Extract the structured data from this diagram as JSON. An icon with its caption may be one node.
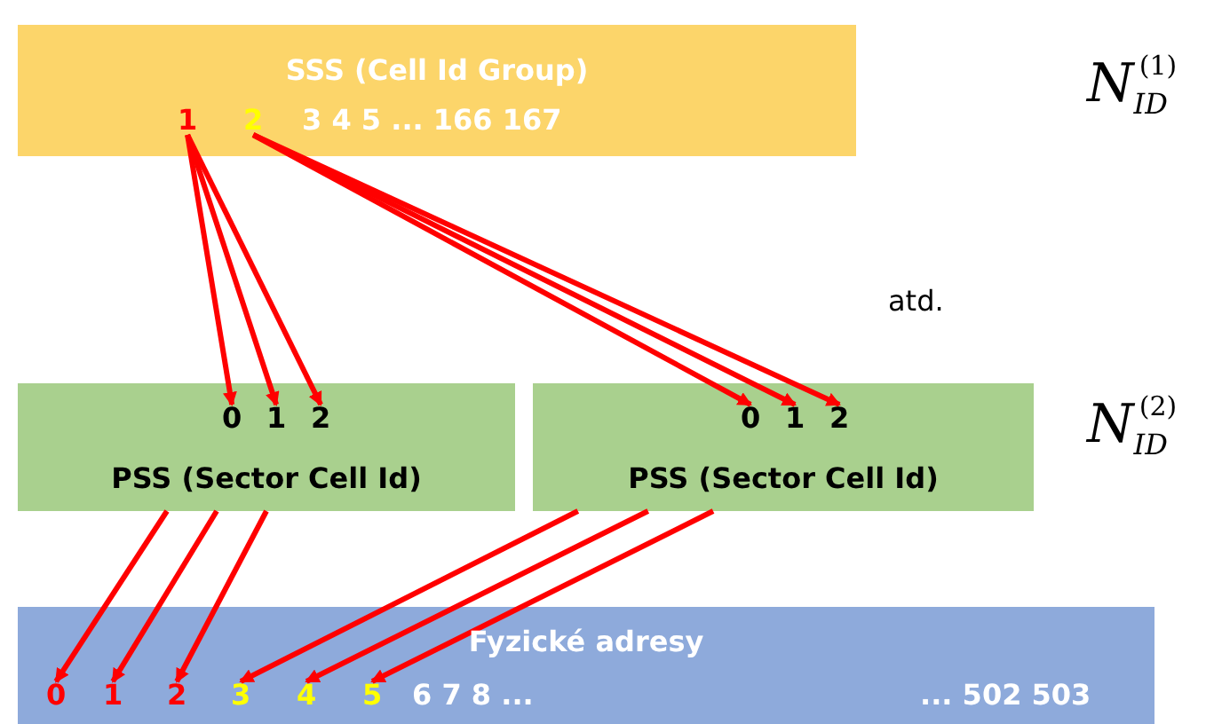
{
  "diagram": {
    "nodes": [
      {
        "text": [
          "SSS (Cell Id Group)"
        ]
      },
      {
        "text": [
          "1"
        ],
        "in": 0
      },
      {
        "text": [
          "2"
        ],
        "in": 0
      },
      {
        "text": [
          "3 4 5 ... 166 167"
        ],
        "in": 0
      },
      {
        "text": [
          "PSS (Sector Cell Id)"
        ]
      },
      {
        "text": [
          "0"
        ],
        "in": 4
      },
      {
        "text": [
          "1"
        ],
        "in": 4
      },
      {
        "text": [
          "2"
        ],
        "in": 4
      },
      {
        "text": [
          "PSS (Sector Cell Id)"
        ]
      },
      {
        "text": [
          "0"
        ],
        "in": 8
      },
      {
        "text": [
          "1"
        ],
        "in": 8
      },
      {
        "text": [
          "2"
        ],
        "in": 8
      },
      {
        "text": [
          "Fyzické adresy"
        ]
      },
      {
        "text": [
          "0"
        ],
        "in": 12
      },
      {
        "text": [
          "1"
        ],
        "in": 12
      },
      {
        "text": [
          "2"
        ],
        "in": 12
      },
      {
        "text": [
          "3"
        ],
        "in": 12
      },
      {
        "text": [
          "4"
        ],
        "in": 12
      },
      {
        "text": [
          "5"
        ],
        "in": 12
      },
      {
        "text": [
          "6 7 8 ..."
        ],
        "in": 12
      },
      {
        "text": [
          "... 502 503"
        ],
        "in": 12
      }
    ],
    "edges": [
      {
        "from": 1,
        "to": 5,
        "arrow": "to"
      },
      {
        "from": 1,
        "to": 6,
        "arrow": "to"
      },
      {
        "from": 1,
        "to": 7,
        "arrow": "to"
      },
      {
        "from": 2,
        "to": 9,
        "arrow": "to"
      },
      {
        "from": 2,
        "to": 10,
        "arrow": "to"
      },
      {
        "from": 2,
        "to": 11,
        "arrow": "to"
      },
      {
        "from": 4,
        "to": 13,
        "arrow": "to"
      },
      {
        "from": 4,
        "to": 14,
        "arrow": "to"
      },
      {
        "from": 4,
        "to": 15,
        "arrow": "to"
      },
      {
        "from": 8,
        "to": 16,
        "arrow": "to"
      },
      {
        "from": 8,
        "to": 17,
        "arrow": "to"
      },
      {
        "from": 8,
        "to": 18,
        "arrow": "to"
      }
    ],
    "labels": [
      "N$_{ID}$$^{(1)}$",
      "atd.",
      "N$_{ID}$$^{(2)}$"
    ]
  }
}
